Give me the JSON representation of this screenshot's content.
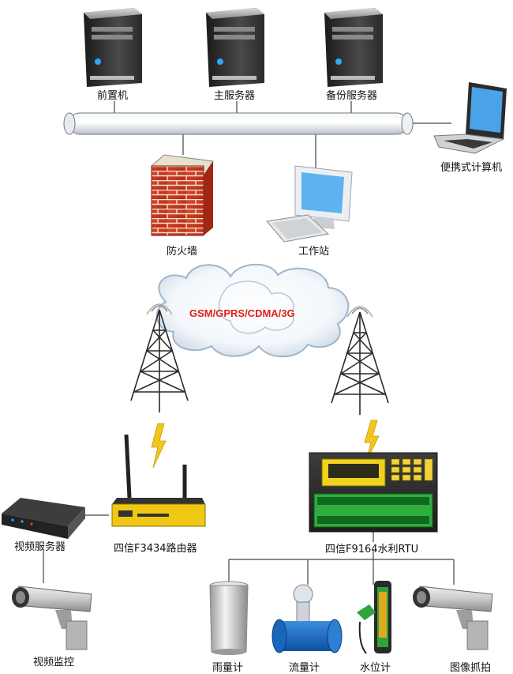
{
  "network_label": "GSM/GPRS/CDMA/3G",
  "colors": {
    "network_text": "#e0201c",
    "pipe": "#d8dde2",
    "wire": "#444444",
    "bolt": "#f2c61a"
  },
  "top_nodes": {
    "front_server": "前置机",
    "main_server": "主服务器",
    "backup_server": "备份服务器",
    "laptop": "便携式计算机",
    "firewall": "防火墙",
    "workstation": "工作站"
  },
  "bottom_nodes": {
    "video_server": "视频服务器",
    "router": "四信F3434路由器",
    "rtu": "四信F9164水利RTU",
    "video_camera": "视频监控",
    "rain_gauge": "雨量计",
    "flow_meter": "流量计",
    "level_meter": "水位计",
    "image_camera": "图像抓拍"
  }
}
